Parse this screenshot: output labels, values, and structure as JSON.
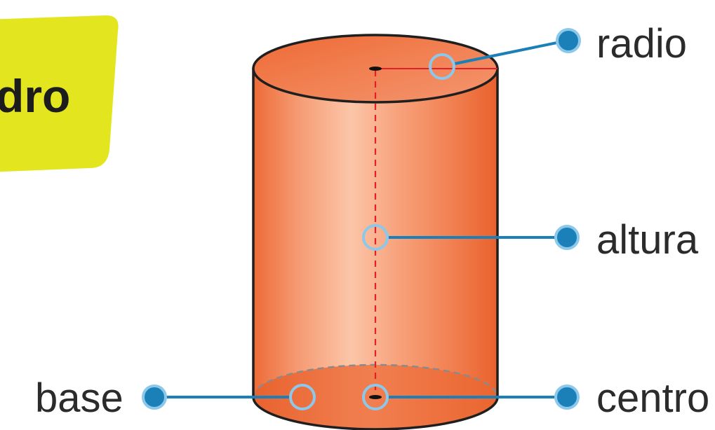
{
  "title_badge": {
    "text": "dro",
    "color": "#e3e51f"
  },
  "cylinder": {
    "fill_color": "#f2865a",
    "outline_color": "#1f1f1f",
    "guide_color": "#e0202a"
  },
  "labels": {
    "radio": "radio",
    "altura": "altura",
    "base": "base",
    "centro": "centro"
  },
  "callout_colors": {
    "line": "#1b7fb8",
    "dot": "#1b7fb8",
    "ring": "#8cc8ea"
  }
}
